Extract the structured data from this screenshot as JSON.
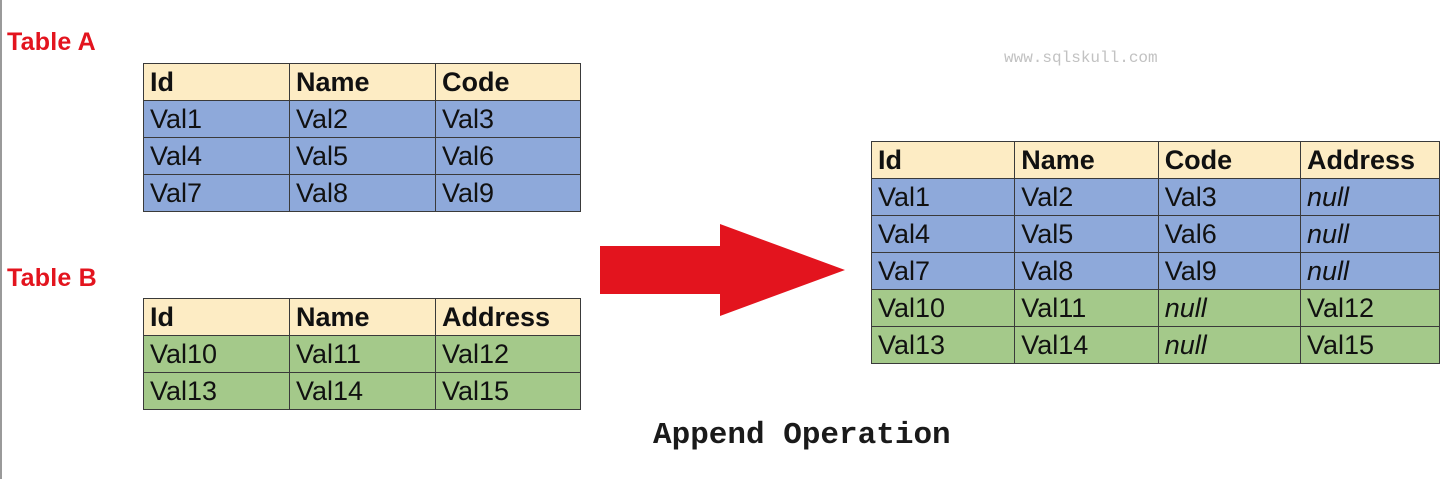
{
  "labels": {
    "table_a": "Table A",
    "table_b": "Table B"
  },
  "watermark": "www.sqlskull.com",
  "caption": "Append Operation",
  "colors": {
    "header": "#fdecc4",
    "table_a_rows": "#8ea9da",
    "table_b_rows": "#a4c98a",
    "label": "#e3141e",
    "arrow": "#e3141e"
  },
  "table_a": {
    "headers": [
      "Id",
      "Name",
      "Code"
    ],
    "rows": [
      [
        "Val1",
        "Val2",
        "Val3"
      ],
      [
        "Val4",
        "Val5",
        "Val6"
      ],
      [
        "Val7",
        "Val8",
        "Val9"
      ]
    ]
  },
  "table_b": {
    "headers": [
      "Id",
      "Name",
      "Address"
    ],
    "rows": [
      [
        "Val10",
        "Val11",
        "Val12"
      ],
      [
        "Val13",
        "Val14",
        "Val15"
      ]
    ]
  },
  "result": {
    "headers": [
      "Id",
      "Name",
      "Code",
      "Address"
    ],
    "rows": [
      {
        "source": "a",
        "cells": [
          "Val1",
          "Val2",
          "Val3",
          "null"
        ]
      },
      {
        "source": "a",
        "cells": [
          "Val4",
          "Val5",
          "Val6",
          "null"
        ]
      },
      {
        "source": "a",
        "cells": [
          "Val7",
          "Val8",
          "Val9",
          "null"
        ]
      },
      {
        "source": "b",
        "cells": [
          "Val10",
          "Val11",
          "null",
          "Val12"
        ]
      },
      {
        "source": "b",
        "cells": [
          "Val13",
          "Val14",
          "null",
          "Val15"
        ]
      }
    ]
  }
}
